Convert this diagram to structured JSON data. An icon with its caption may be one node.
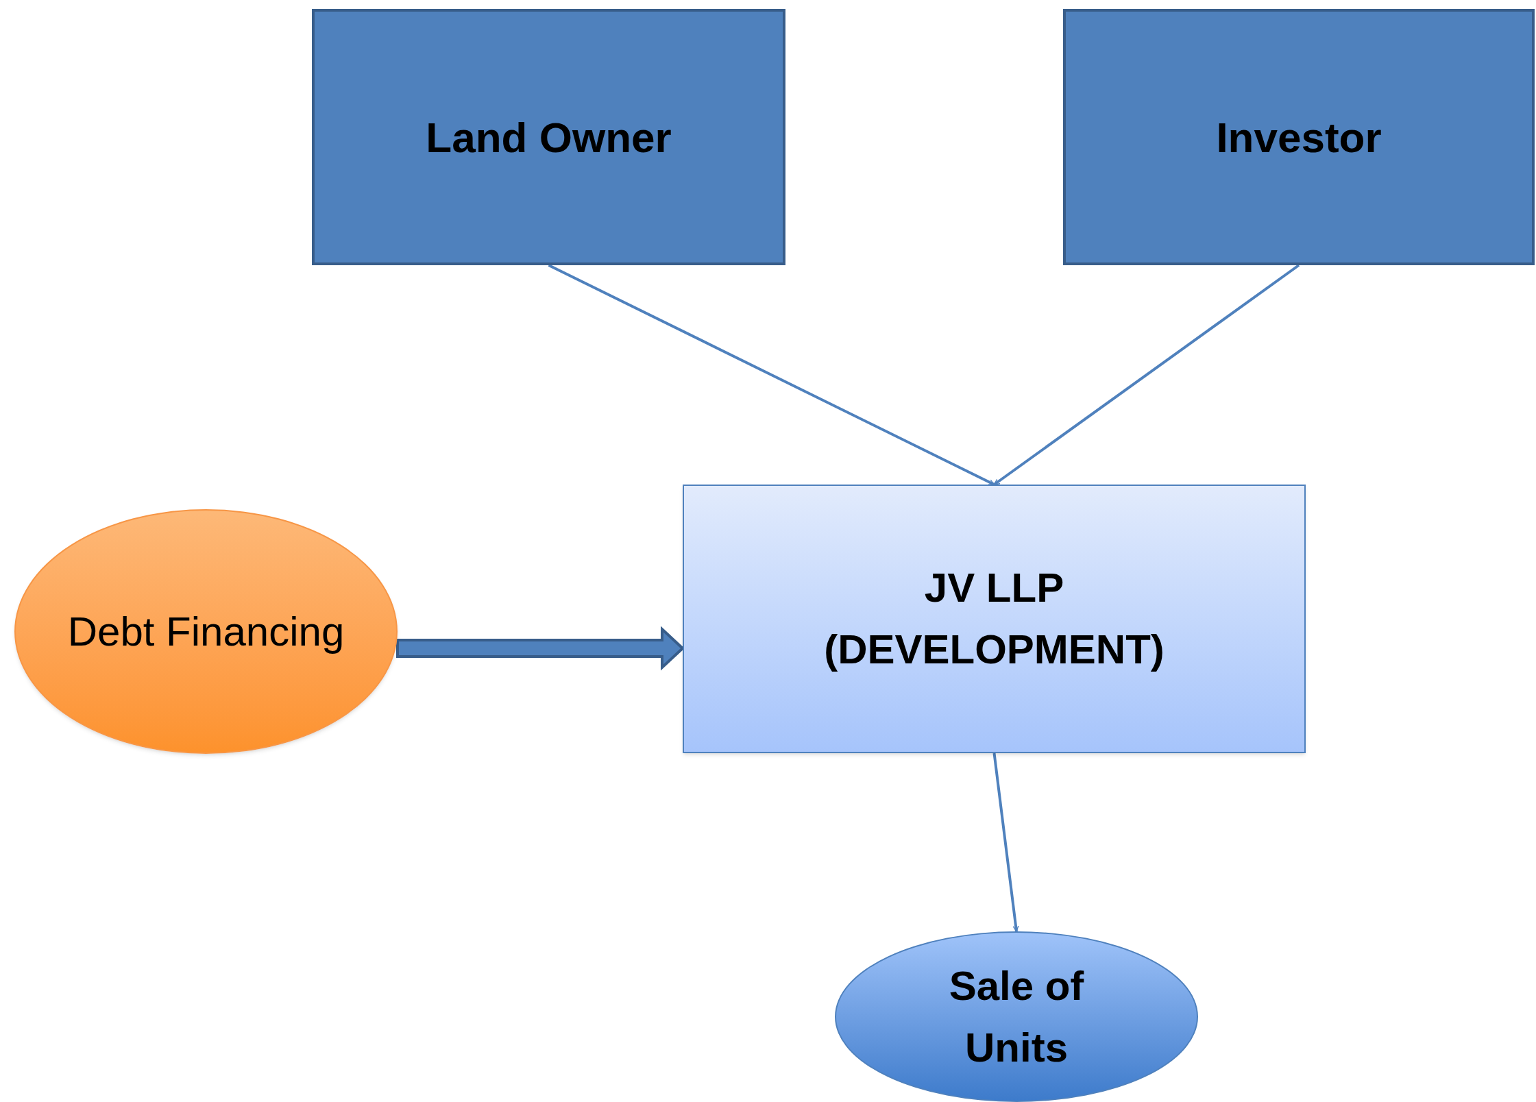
{
  "diagram": {
    "nodes": [
      {
        "text": [
          "Land Owner"
        ]
      },
      {
        "text": [
          "Investor"
        ]
      },
      {
        "text": [
          "JV LLP (DEVELOPMENT)"
        ]
      },
      {
        "text": [
          "Debt Financing"
        ]
      },
      {
        "text": [
          "Sale of Units"
        ]
      }
    ],
    "edges": [
      {
        "from": 0,
        "to": 2,
        "arrow": "to"
      },
      {
        "from": 1,
        "to": 2,
        "arrow": "to"
      },
      {
        "from": 3,
        "to": 2,
        "arrow": "to",
        "style": "thick"
      },
      {
        "from": 2,
        "to": 4,
        "arrow": "to"
      }
    ]
  }
}
